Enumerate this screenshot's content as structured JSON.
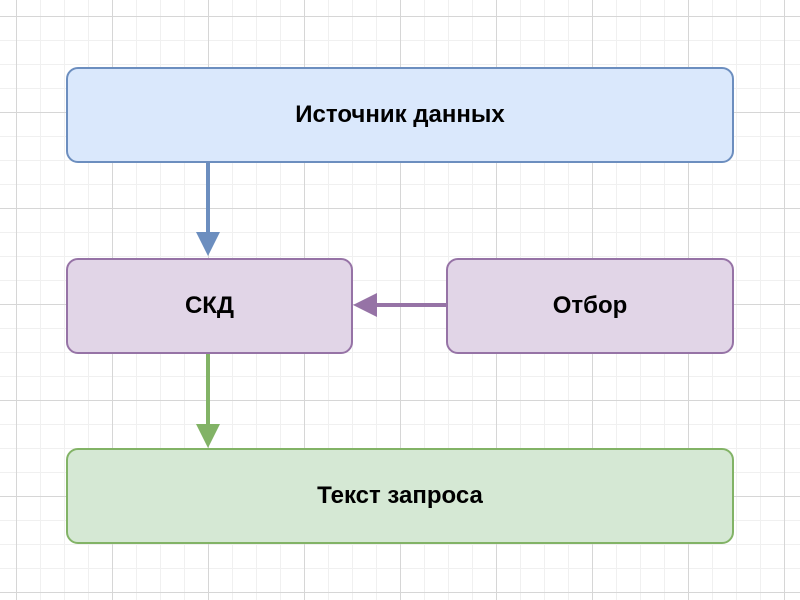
{
  "nodes": {
    "source": {
      "label": "Источник данных",
      "fill": "#dae8fc",
      "stroke": "#6c8ebf"
    },
    "skd": {
      "label": "СКД",
      "fill": "#e1d5e7",
      "stroke": "#9673a6"
    },
    "filter": {
      "label": "Отбор",
      "fill": "#e1d5e7",
      "stroke": "#9673a6"
    },
    "query_text": {
      "label": "Текст запроса",
      "fill": "#d5e8d4",
      "stroke": "#82b366"
    }
  },
  "edges": [
    {
      "from": "source",
      "to": "skd",
      "color": "#6c8ebf"
    },
    {
      "from": "filter",
      "to": "skd",
      "color": "#9673a6"
    },
    {
      "from": "skd",
      "to": "query_text",
      "color": "#82b366"
    }
  ]
}
